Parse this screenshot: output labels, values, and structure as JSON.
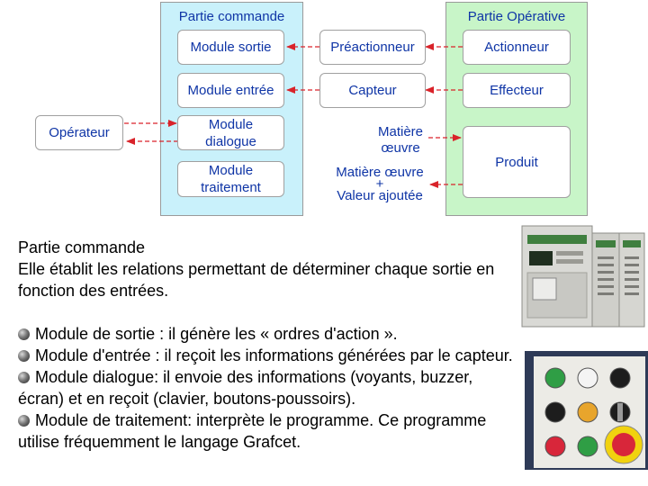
{
  "diagram": {
    "zone_commande_title": "Partie commande",
    "zone_operative_title": "Partie Opérative",
    "module_sortie": "Module sortie",
    "module_entree": "Module entrée",
    "module_dialogue": "Module\ndialogue",
    "module_traitement": "Module\ntraitement",
    "operateur": "Opérateur",
    "preactionneur": "Préactionneur",
    "capteur": "Capteur",
    "actionneur": "Actionneur",
    "effecteur": "Effecteur",
    "produit": "Produit",
    "matiere_oeuvre": "Matière\nœuvre",
    "matiere_oeuvre_valeur": "Matière œuvre\n+\nValeur ajoutée"
  },
  "text": {
    "title": "Partie commande",
    "intro": "Elle établit les relations permettant de déterminer chaque sortie en fonction des entrées.",
    "bullets": [
      "Module de sortie : il génère les « ordres d'action ».",
      "Module d'entrée : il reçoit les informations générées par le capteur.",
      "Module dialogue: il envoie des informations (voyants, buzzer, écran) et en reçoit (clavier, boutons-poussoirs).",
      "Module de traitement: interprète le programme. Ce programme utilise fréquemment le langage Grafcet."
    ]
  },
  "colors": {
    "zone_commande": "#c9f1fb",
    "zone_operative": "#c8f5c8",
    "label_blue": "#0f35a6",
    "arrow_red": "#d9232a"
  },
  "icons": {
    "plc": "plc-photo",
    "panel": "control-panel-photo",
    "bullet": "grey-ball-bullet"
  }
}
